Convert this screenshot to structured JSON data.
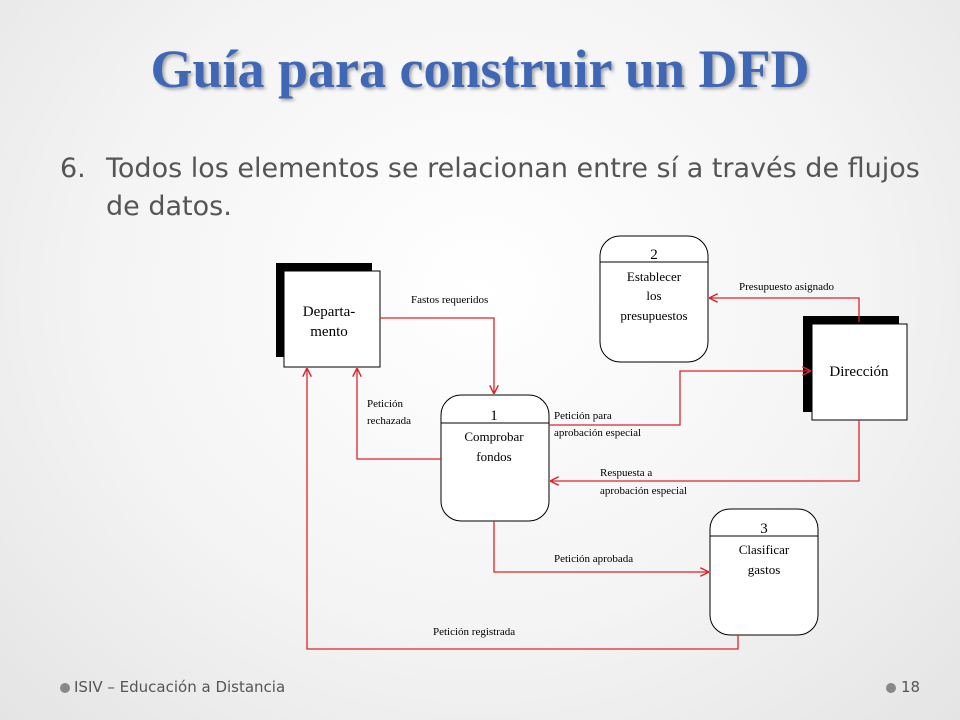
{
  "title": "Guía para construir un DFD",
  "bullet": {
    "number": "6.",
    "text": "Todos los elementos se relacionan entre sí a través de flujos de datos."
  },
  "diagram": {
    "entities": {
      "departamento": [
        "Departa-",
        "mento"
      ],
      "direccion": "Dirección"
    },
    "processes": {
      "p1": {
        "number": "1",
        "lines": [
          "Comprobar",
          "fondos"
        ]
      },
      "p2": {
        "number": "2",
        "lines": [
          "Establecer",
          "los",
          "presupuestos"
        ]
      },
      "p3": {
        "number": "3",
        "lines": [
          "Clasificar",
          "gastos"
        ]
      }
    },
    "flows": {
      "fastos_requeridos": [
        "Fastos requeridos"
      ],
      "peticion_rechazada": [
        "Petición",
        "rechazada"
      ],
      "peticion_aprobacion": [
        "Petición para",
        "aprobación especial"
      ],
      "presupuesto_asignado": [
        "Presupuesto asignado"
      ],
      "respuesta_aprobacion": [
        "Respuesta a",
        "aprobación especial"
      ],
      "peticion_aprobada": [
        "Petición aprobada"
      ],
      "peticion_registrada": [
        "Petición registrada"
      ]
    },
    "colors": {
      "flow": "#d9252b",
      "stroke": "#000000"
    }
  },
  "footer": {
    "left": "ISIV – Educación a Distancia",
    "page": "18"
  }
}
